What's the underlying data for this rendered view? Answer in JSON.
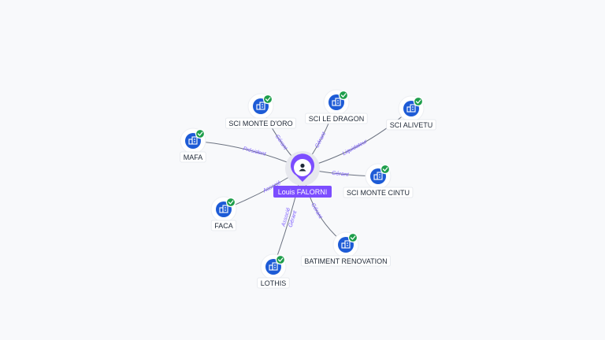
{
  "center": {
    "name": "Louis FALORNI",
    "icon": "person-icon"
  },
  "nodes": [
    {
      "id": "mafa",
      "name": "MAFA",
      "icon": "building-icon",
      "verified": true
    },
    {
      "id": "sci-monte-doro",
      "name": "SCI MONTE D'ORO",
      "icon": "building-icon",
      "verified": true
    },
    {
      "id": "sci-le-dragon",
      "name": "SCI LE DRAGON",
      "icon": "building-icon",
      "verified": true
    },
    {
      "id": "sci-alivetu",
      "name": "SCI ALIVETU",
      "icon": "building-icon",
      "verified": true
    },
    {
      "id": "sci-monte-cintu",
      "name": "SCI MONTE CINTU",
      "icon": "building-icon",
      "verified": true
    },
    {
      "id": "faca",
      "name": "FACA",
      "icon": "building-icon",
      "verified": true
    },
    {
      "id": "lothis",
      "name": "LOTHIS",
      "icon": "building-icon",
      "verified": true
    },
    {
      "id": "batiment-renovation",
      "name": "BATIMENT RENOVATION",
      "icon": "building-icon",
      "verified": true
    }
  ],
  "edges": [
    {
      "to": "mafa",
      "labels": [
        "Président"
      ]
    },
    {
      "to": "sci-monte-doro",
      "labels": [
        "Gérant"
      ]
    },
    {
      "to": "sci-le-dragon",
      "labels": [
        "Gérant"
      ]
    },
    {
      "to": "sci-alivetu",
      "labels": [
        "Liquidateur"
      ]
    },
    {
      "to": "sci-monte-cintu",
      "labels": [
        "Gérant"
      ]
    },
    {
      "to": "faca",
      "labels": [
        "Associé"
      ]
    },
    {
      "to": "lothis",
      "labels": [
        "Gérant",
        "Associé"
      ]
    },
    {
      "to": "batiment-renovation",
      "labels": [
        "Gérant"
      ]
    }
  ],
  "colors": {
    "accent": "#7c4dff",
    "node": "#1d5bd6",
    "verified": "#1e9e4b",
    "edge_label": "#7c5cff"
  }
}
